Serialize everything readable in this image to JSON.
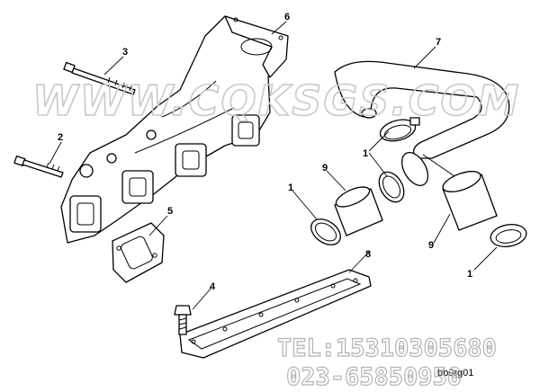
{
  "callouts": {
    "c1a": "1",
    "c1b": "1",
    "c1c": "1",
    "c2": "2",
    "c3": "3",
    "c4": "4",
    "c5": "5",
    "c6": "6",
    "c7": "7",
    "c8": "8",
    "c9a": "9",
    "c9b": "9"
  },
  "watermark": {
    "brand": "WWW.CQKSGS.COM",
    "tel": "TEL:15310305680",
    "phone": "023-65850950"
  },
  "drawing_code": "bb9rg01"
}
